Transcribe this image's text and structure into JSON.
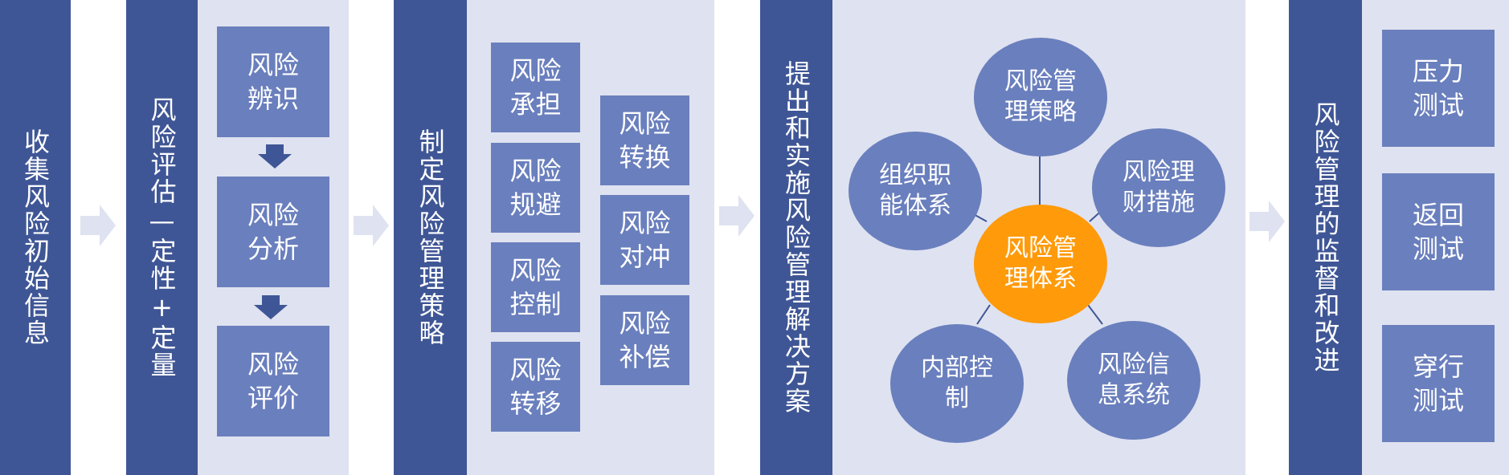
{
  "stage1": {
    "title": "收集风险初始信息"
  },
  "stage2": {
    "title": "风险评估—定性+定量",
    "steps": [
      "风险\n辨识",
      "风险\n分析",
      "风险\n评价"
    ]
  },
  "stage3": {
    "title": "制定风险管理策略",
    "left": [
      "风险\n承担",
      "风险\n规避",
      "风险\n控制",
      "风险\n转移"
    ],
    "right": [
      "风险\n转换",
      "风险\n对冲",
      "风险\n补偿"
    ]
  },
  "stage4": {
    "title": "提出和实施风险管理解决方案",
    "center": "风险管\n理体系",
    "nodes": [
      "风险管\n理策略",
      "风险理\n财措施",
      "风险信\n息系统",
      "内部控\n制",
      "组织职\n能体系"
    ]
  },
  "stage5": {
    "title": "风险管理的监督和改进",
    "tests": [
      "压力\n测试",
      "返回\n测试",
      "穿行\n测试"
    ]
  },
  "colors": {
    "dark": "#3f5696",
    "box": "#6a7fbd",
    "panel": "#dfe2f0",
    "accent": "#ff9a0a",
    "arrow": "#dfe2f0"
  }
}
